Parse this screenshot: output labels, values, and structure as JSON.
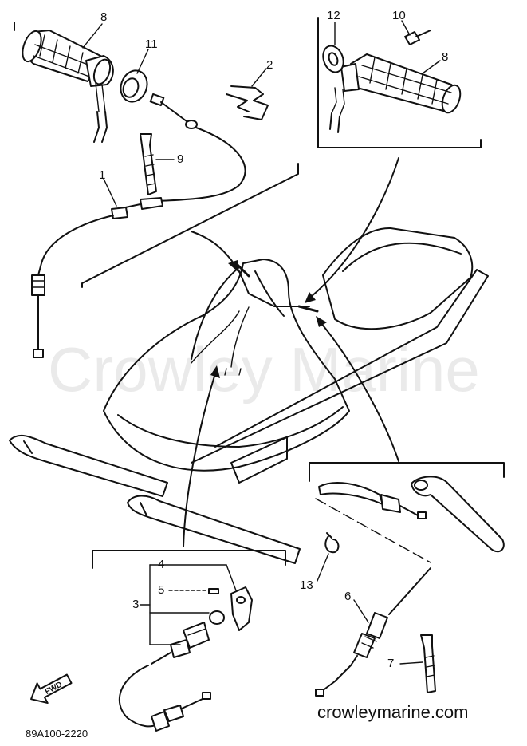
{
  "watermark": "Crowley Marine",
  "site": "crowleymarine.com",
  "diagram_code": "89A100-2220",
  "fwd_label": "FWD",
  "callouts": {
    "c1": "1",
    "c2": "2",
    "c3": "3",
    "c4": "4",
    "c5": "5",
    "c6": "6",
    "c7": "7",
    "c8a": "8",
    "c8b": "8",
    "c9": "9",
    "c10": "10",
    "c11": "11",
    "c12": "12",
    "c13": "13"
  }
}
